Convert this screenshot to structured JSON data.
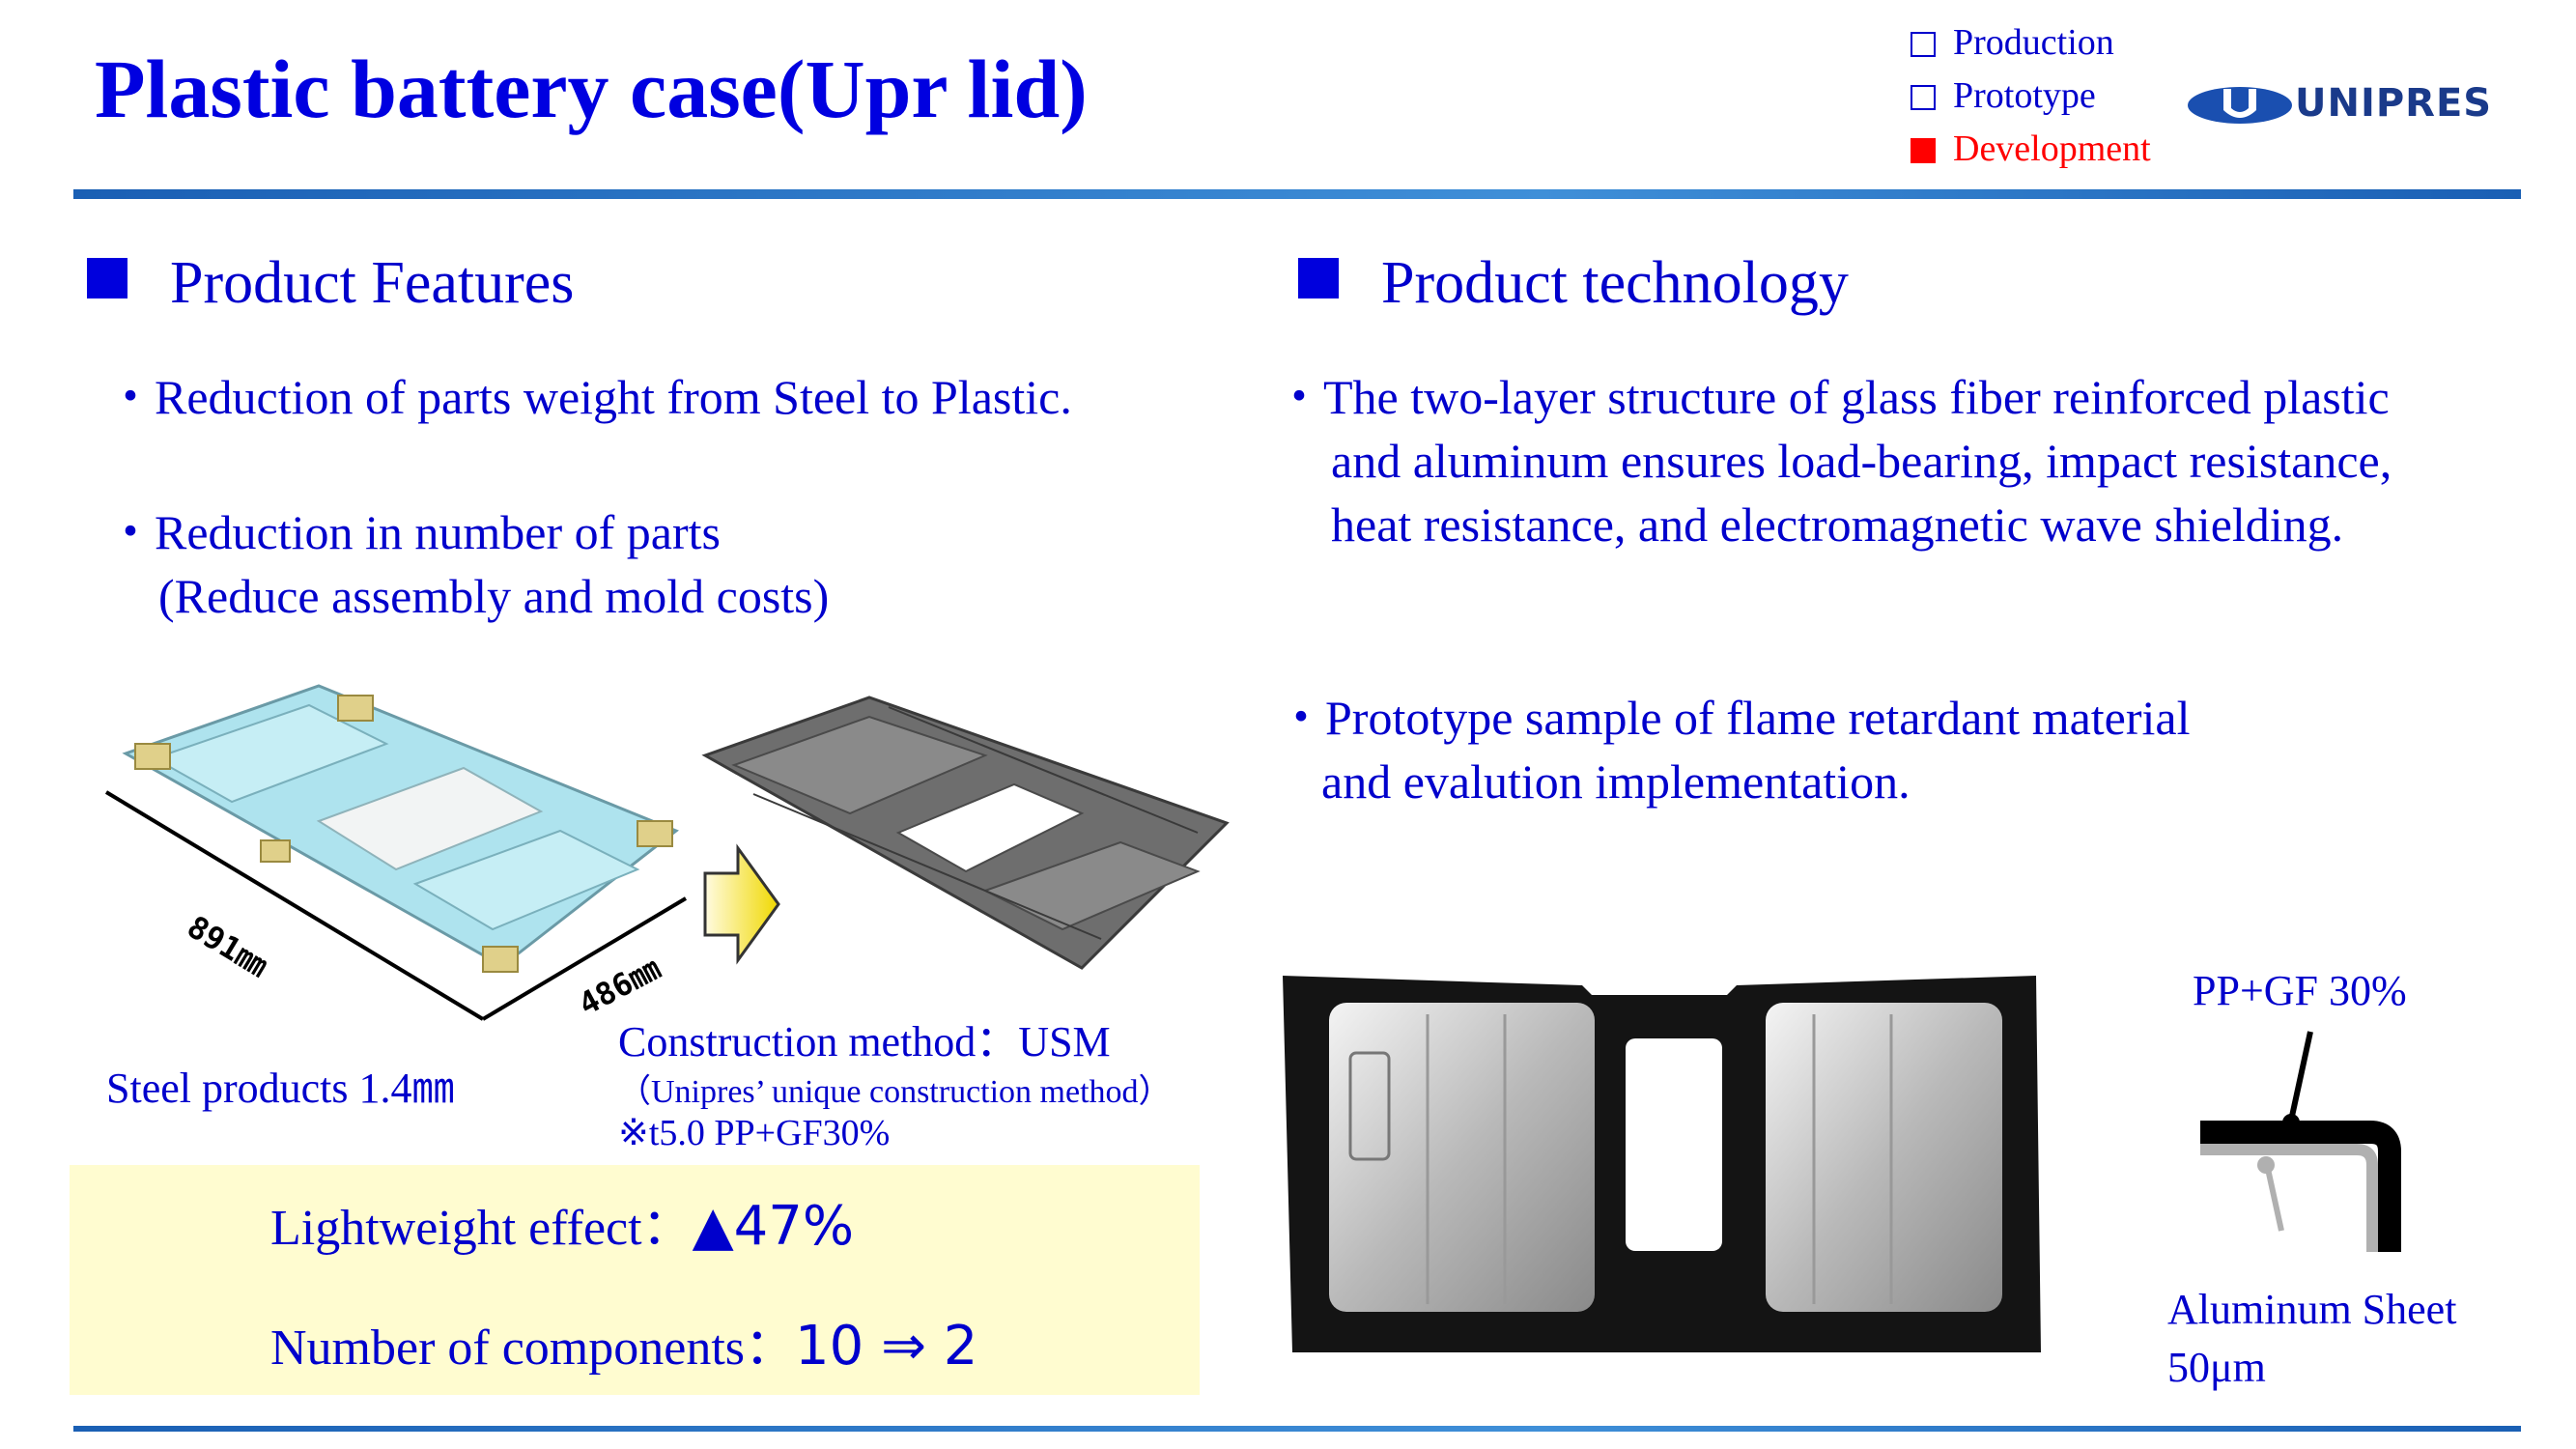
{
  "title": "Plastic battery case(Upr lid)",
  "status": {
    "production": "Production",
    "prototype": "Prototype",
    "development": "Development"
  },
  "logo_text": "UNIPRES",
  "features": {
    "heading": "Product Features",
    "bullet1": "・Reduction of parts weight from Steel to Plastic.",
    "bullet2_line1": "・Reduction in number of parts",
    "bullet2_line2": "(Reduce assembly and mold costs)"
  },
  "technology": {
    "heading": "Product technology",
    "bullet1_line1": "・The two-layer structure of glass fiber reinforced plastic",
    "bullet1_line2": "and aluminum ensures load-bearing, impact resistance,",
    "bullet1_line3": "heat resistance, and electromagnetic wave shielding.",
    "bullet2_line1": "・Prototype sample of flame retardant material",
    "bullet2_line2": "and evalution implementation."
  },
  "steel_dims": {
    "length": "891㎜",
    "width": "486㎜"
  },
  "steel_label": "Steel products 1.4㎜",
  "construction": {
    "method": "Construction method：USM",
    "note": "（Unipres’ unique construction method）",
    "material": "※t5.0 PP+GF30%"
  },
  "effect": {
    "weight_label": "Lightweight effect：",
    "weight_value": "▲47%",
    "components_label": "Number of components：",
    "components_value": "10 ⇒ 2"
  },
  "section_labels": {
    "upper": "PP+GF 30%",
    "lower_line1": "Aluminum Sheet",
    "lower_line2": "50μm"
  },
  "colors": {
    "text_blue": "#0000cc",
    "title_blue": "#0000e0",
    "development_red": "#ff0000",
    "effect_bg": "#fffcd0",
    "rule_blue": "#1a5fb4"
  }
}
